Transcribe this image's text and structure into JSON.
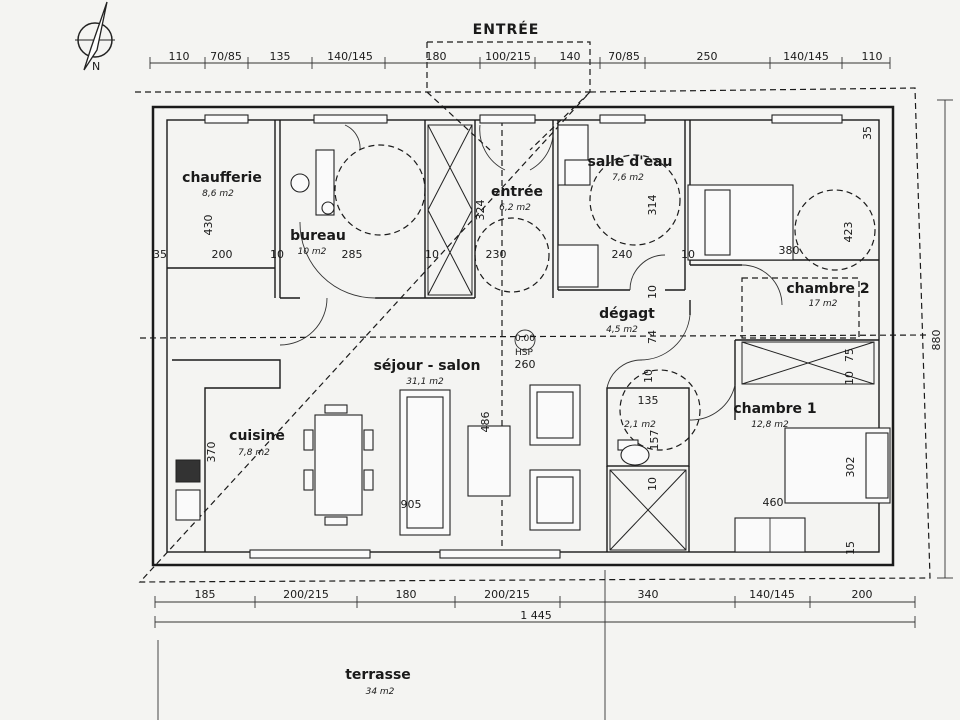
{
  "entrance_label": "ENTRÉE",
  "north_mark": "N",
  "hsp": {
    "value": "0.00",
    "label": "HSP",
    "height": "260"
  },
  "rooms": {
    "chaufferie": {
      "name": "chaufferie",
      "area": "8,6 m2"
    },
    "bureau": {
      "name": "bureau",
      "area": "10 m2"
    },
    "entree": {
      "name": "entrée",
      "area": "6,2 m2"
    },
    "salle_eau": {
      "name": "salle d'eau",
      "area": "7,6 m2"
    },
    "chambre2": {
      "name": "chambre 2",
      "area": "17 m2"
    },
    "degagt": {
      "name": "dégagt",
      "area": "4,5 m2"
    },
    "sejour": {
      "name": "séjour - salon",
      "area": "31,1 m2"
    },
    "chambre1": {
      "name": "chambre 1",
      "area": "12,8 m2"
    },
    "cuisine": {
      "name": "cuisine",
      "area": "7,8 m2"
    },
    "wc": {
      "area": "2,1 m2"
    },
    "terrasse": {
      "name": "terrasse",
      "area": "34 m2"
    }
  },
  "top_dims": [
    "110",
    "70/85",
    "135",
    "140/145",
    "180",
    "100/215",
    "140",
    "70/85",
    "250",
    "140/145",
    "110"
  ],
  "bottom_dims": [
    "185",
    "200/215",
    "180",
    "200/215",
    "340",
    "140/145",
    "200"
  ],
  "total_width": "1 445",
  "total_height": "880",
  "inner_dims": {
    "d430": "430",
    "d200": "200",
    "d35a": "35",
    "d10a": "10",
    "d285": "285",
    "d10b": "10",
    "d324": "324",
    "d230": "230",
    "d314": "314",
    "d240": "240",
    "d10c": "10",
    "d380": "380",
    "d423": "423",
    "d35b": "35",
    "d10d": "10",
    "d74": "74",
    "d10e": "10",
    "d75": "75",
    "d10f": "10",
    "d135": "135",
    "d157": "157",
    "d10g": "10",
    "d486": "486",
    "d370": "370",
    "d905": "905",
    "d460": "460",
    "d302": "302",
    "d15": "15"
  }
}
